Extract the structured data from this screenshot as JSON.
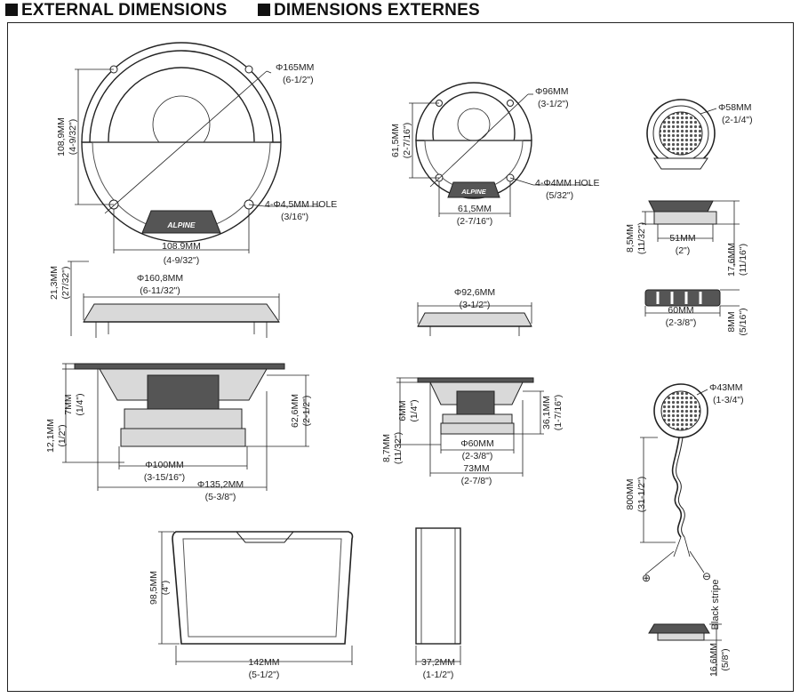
{
  "header": {
    "title_en": "EXTERNAL DIMENSIONS",
    "title_fr": "DIMENSIONS EXTERNES"
  },
  "woofer165": {
    "diameter_mm": "Φ165MM",
    "diameter_in": "(6-1/2\")",
    "height_mm": "108,9MM",
    "height_in": "(4-9/32\")",
    "width_mm": "108.9MM",
    "width_in": "(4-9/32\")",
    "hole_mm": "4-Φ4,5MM HOLE",
    "hole_in": "(3/16\")",
    "grille_dia_mm": "Φ160,8MM",
    "grille_dia_in": "(6-11/32\")",
    "grille_h_mm": "21,3MM",
    "grille_h_in": "(27/32\")",
    "flange_mm": "7MM",
    "flange_in": "(1/4\")",
    "depth_mm": "62,6MM",
    "depth_in": "(2-1/2\")",
    "mount_mm": "12,1MM",
    "mount_in": "(1/2\")",
    "magnet_mm": "Φ100MM",
    "magnet_in": "(3-15/16\")",
    "cutout_mm": "Φ135,2MM",
    "cutout_in": "(5-3/8\")"
  },
  "woofer96": {
    "diameter_mm": "Φ96MM",
    "diameter_in": "(3-1/2\")",
    "height_mm": "61,5MM",
    "height_in": "(2-7/16\")",
    "width_mm": "61,5MM",
    "width_in": "(2-7/16\")",
    "hole_mm": "4-Φ4MM HOLE",
    "hole_in": "(5/32\")",
    "grille_dia_mm": "Φ92,6MM",
    "grille_dia_in": "(3-1/2\")",
    "flange_mm": "6MM",
    "flange_in": "(1/4\")",
    "depth_mm": "36,1MM",
    "depth_in": "(1-7/16\")",
    "mount_mm": "8,7MM",
    "mount_in": "(11/32\")",
    "magnet_mm": "Φ60MM",
    "magnet_in": "(2-3/8\")",
    "cutout_mm": "73MM",
    "cutout_in": "(2-7/8\")"
  },
  "tweeter58": {
    "diameter_mm": "Φ58MM",
    "diameter_in": "(2-1/4\")",
    "side_h_mm": "8,5MM",
    "side_h_in": "(11/32\")",
    "base_mm": "51MM",
    "base_in": "(2\")",
    "total_h_mm": "17,6MM",
    "total_h_in": "(11/16\")",
    "mount_w_mm": "60MM",
    "mount_w_in": "(2-3/8\")",
    "mount_h_mm": "8MM",
    "mount_h_in": "(5/16\")"
  },
  "tweeter43": {
    "diameter_mm": "Φ43MM",
    "diameter_in": "(1-3/4\")",
    "cable_mm": "800MM",
    "cable_in": "(31-1/2\")",
    "plus": "⊕",
    "minus": "⊖",
    "stripe": "Black stripe",
    "height_mm": "16,6MM",
    "height_in": "(5/8\")"
  },
  "crossover": {
    "height_mm": "98,5MM",
    "height_in": "(4\")",
    "width_mm": "142MM",
    "width_in": "(5-1/2\")",
    "depth_mm": "37,2MM",
    "depth_in": "(1-1/2\")"
  },
  "brand": "ALPINE"
}
